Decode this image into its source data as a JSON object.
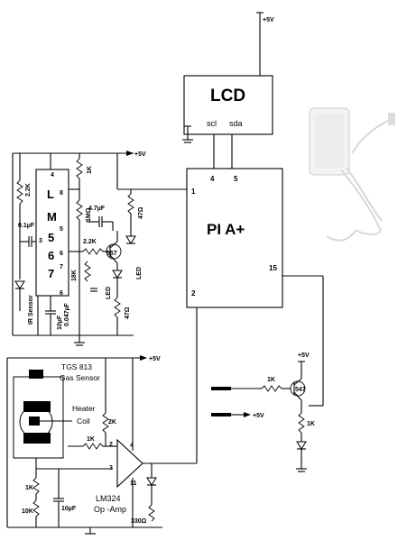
{
  "top_supply": "+5V",
  "lcd": {
    "title": "LCD",
    "scl": "scl",
    "sda": "sda",
    "pin_scl": "4",
    "pin_sda": "5"
  },
  "pi": {
    "title": "PI A+",
    "pin1": "1",
    "pin2": "2",
    "pin15": "15",
    "pin4": "4",
    "pin5": "5"
  },
  "timer": {
    "supply": "+5V",
    "letters": [
      "L",
      "M",
      "5",
      "6",
      "7"
    ],
    "pin4": "4",
    "pin8": "8",
    "pin3": "3",
    "pin5": "5",
    "pin6": "6",
    "pin7": "7",
    "r_1k": "1K",
    "r_2_2k_left": "2.2K",
    "c_0_1uf": "0.1µF",
    "c_4_7uf": "4.7µF",
    "r_1mohm": "1MΩ",
    "r_2_2k": "2.2K",
    "r_470": "47Ω",
    "r_47": "47Ω",
    "t_557": "557",
    "r_18k": "18K",
    "c_0_047uf": "0.047µF",
    "c_10uf": "10µF",
    "ir_sensor": "IR Sensor",
    "led1": "LED",
    "led2": "LED"
  },
  "gas": {
    "supply": "+5V",
    "sensor_title": "TGS 813",
    "sensor_sub": "Gas Sensor",
    "heater": "Heater",
    "coil": "Coil",
    "r_2k": "2K",
    "r_1k": "1K",
    "r_1k_b": "1K",
    "r_10k": "10K",
    "c_10uf": "10µF",
    "opamp_name": "LM324",
    "opamp_sub": "Op -Amp",
    "pin2": "2",
    "pin3": "3",
    "pin4": "4",
    "pin11": "11",
    "r_330": "330Ω"
  },
  "driver": {
    "r_1k_top": "1K",
    "supply": "+5V",
    "transistor": "547",
    "r_1k": "1K",
    "out_supply": "+5V"
  }
}
